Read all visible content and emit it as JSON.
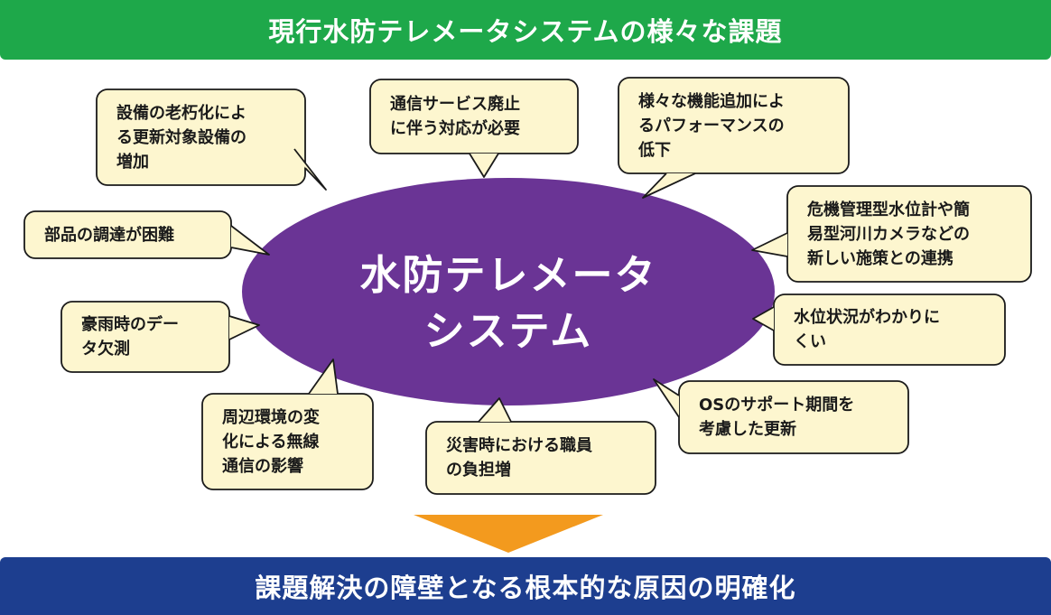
{
  "header": {
    "title": "現行水防テレメータシステムの様々な課題"
  },
  "center": {
    "title": "水防テレメータ\nシステム"
  },
  "issues": [
    {
      "text": "設備の老朽化によ\nる更新対象設備の\n増加"
    },
    {
      "text": "通信サービス廃止\nに伴う対応が必要"
    },
    {
      "text": "様々な機能追加によ\nるパフォーマンスの\n低下"
    },
    {
      "text": "部品の調達が困難"
    },
    {
      "text": "危機管理型水位計や簡\n易型河川カメラなどの\n新しい施策との連携"
    },
    {
      "text": "豪雨時のデー\nタ欠測"
    },
    {
      "text": "水位状況がわかりに\nくい"
    },
    {
      "text": "周辺環境の変\n化による無線\n通信の影響"
    },
    {
      "text": "OSのサポート期間を\n考慮した更新"
    },
    {
      "text": "災害時における職員\nの負担増"
    }
  ],
  "footer": {
    "title": "課題解決の障壁となる根本的な原因の明確化"
  },
  "colors": {
    "header_bg": "#1ea84a",
    "footer_bg": "#1d3e8f",
    "ellipse": "#6a3495",
    "bubble_fill": "#fdf6cf",
    "bubble_stroke": "#1a1a1a",
    "arrow": "#f39a1e"
  }
}
